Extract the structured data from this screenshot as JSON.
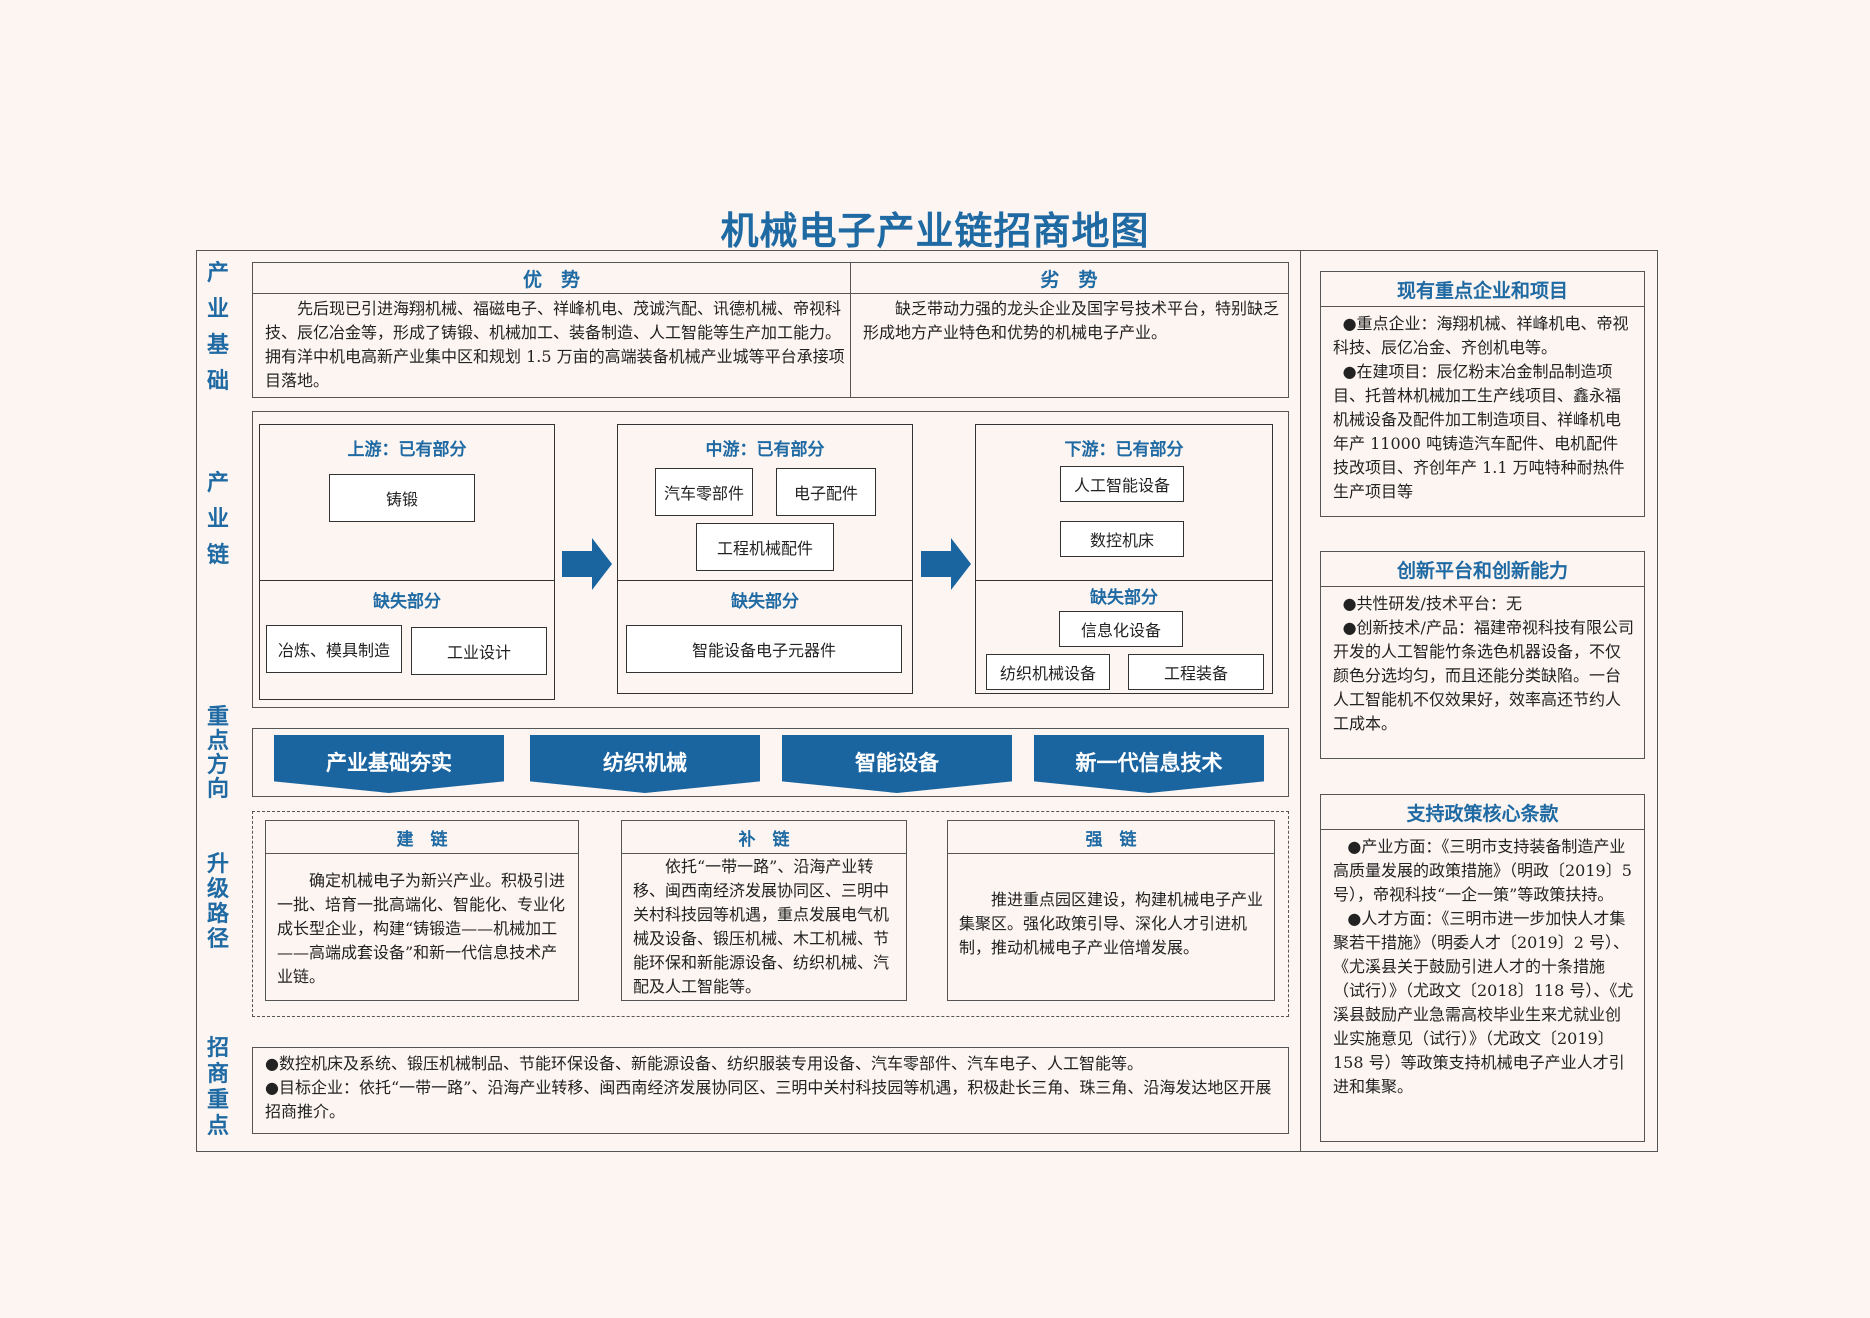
{
  "title": "机械电子产业链招商地图",
  "side_labels": {
    "foundation": [
      "产",
      "业",
      "基",
      "础"
    ],
    "chain": [
      "产",
      "业",
      "链"
    ],
    "direction": [
      "重",
      "点",
      "方",
      "向"
    ],
    "upgrade": [
      "升",
      "级",
      "路",
      "径"
    ],
    "investment": [
      "招",
      "商",
      "重",
      "点"
    ]
  },
  "foundation": {
    "advantage_header": "优　势",
    "advantage_text": "先后现已引进海翔机械、福磁电子、祥峰机电、茂诚汽配、讯德机械、帝视科技、辰亿冶金等，形成了铸锻、机械加工、装备制造、人工智能等生产加工能力。拥有洋中机电高新产业集中区和规划 1.5 万亩的高端装备机械产业城等平台承接项目落地。",
    "weakness_header": "劣　势",
    "weakness_text": "缺乏带动力强的龙头企业及国字号技术平台，特别缺乏形成地方产业特色和优势的机械电子产业。"
  },
  "chain": {
    "upstream": {
      "existing_label": "上游：已有部分",
      "existing": [
        "铸锻"
      ],
      "missing_label": "缺失部分",
      "missing": [
        "冶炼、模具制造",
        "工业设计"
      ]
    },
    "midstream": {
      "existing_label": "中游：已有部分",
      "existing": [
        "汽车零部件",
        "电子配件",
        "工程机械配件"
      ],
      "missing_label": "缺失部分",
      "missing": [
        "智能设备电子元器件"
      ]
    },
    "downstream": {
      "existing_label": "下游：已有部分",
      "existing": [
        "人工智能设备",
        "数控机床"
      ],
      "missing_label": "缺失部分",
      "missing": [
        "信息化设备",
        "纺织机械设备",
        "工程装备"
      ]
    },
    "arrow_color": "#1a64a0"
  },
  "directions": [
    "产业基础夯实",
    "纺织机械",
    "智能设备",
    "新一代信息技术"
  ],
  "upgrade": {
    "build_header": "建　链",
    "build_text": "确定机械电子为新兴产业。积极引进一批、培育一批高端化、智能化、专业化成长型企业，构建“铸锻造——机械加工——高端成套设备”和新一代信息技术产业链。",
    "supplement_header": "补　链",
    "supplement_text": "依托“一带一路”、沿海产业转移、闽西南经济发展协同区、三明中关村科技园等机遇，重点发展电气机械及设备、锻压机械、木工机械、节能环保和新能源设备、纺织机械、汽配及人工智能等。",
    "strengthen_header": "强　链",
    "strengthen_text": "推进重点园区建设，构建机械电子产业集聚区。强化政策引导、深化人才引进机制，推动机械电子产业倍增发展。"
  },
  "investment": {
    "line1": "●数控机床及系统、锻压机械制品、节能环保设备、新能源设备、纺织服装专用设备、汽车零部件、汽车电子、人工智能等。",
    "line2": "●目标企业：依托“一带一路”、沿海产业转移、闽西南经济发展协同区、三明中关村科技园等机遇，积极赴长三角、珠三角、沿海发达地区开展招商推介。"
  },
  "right": {
    "enterprises": {
      "header": "现有重点企业和项目",
      "p1": "●重点企业：海翔机械、祥峰机电、帝视科技、辰亿冶金、齐创机电等。",
      "p2": "●在建项目：辰亿粉末冶金制品制造项目、托普林机械加工生产线项目、鑫永福机械设备及配件加工制造项目、祥峰机电年产 11000 吨铸造汽车配件、电机配件技改项目、齐创年产 1.1 万吨特种耐热件生产项目等"
    },
    "innovation": {
      "header": "创新平台和创新能力",
      "p1": "●共性研发/技术平台：无",
      "p2": "●创新技术/产品：福建帝视科技有限公司开发的人工智能竹条选色机器设备，不仅颜色分选均匀，而且还能分类缺陷。一台人工智能机不仅效果好，效率高还节约人工成本。"
    },
    "policy": {
      "header": "支持政策核心条款",
      "p1": "●产业方面：《三明市支持装备制造产业高质量发展的政策措施》（明政〔2019〕5 号），帝视科技“一企一策”等政策扶持。",
      "p2": "●人才方面：《三明市进一步加快人才集聚若干措施》（明委人才〔2019〕2 号）、《尤溪县关于鼓励引进人才的十条措施（试行）》（尤政文〔2018〕118 号）、《尤溪县鼓励产业急需高校毕业生来尤就业创业实施意见（试行）》（尤政文〔2019〕158 号）等政策支持机械电子产业人才引进和集聚。"
    }
  }
}
